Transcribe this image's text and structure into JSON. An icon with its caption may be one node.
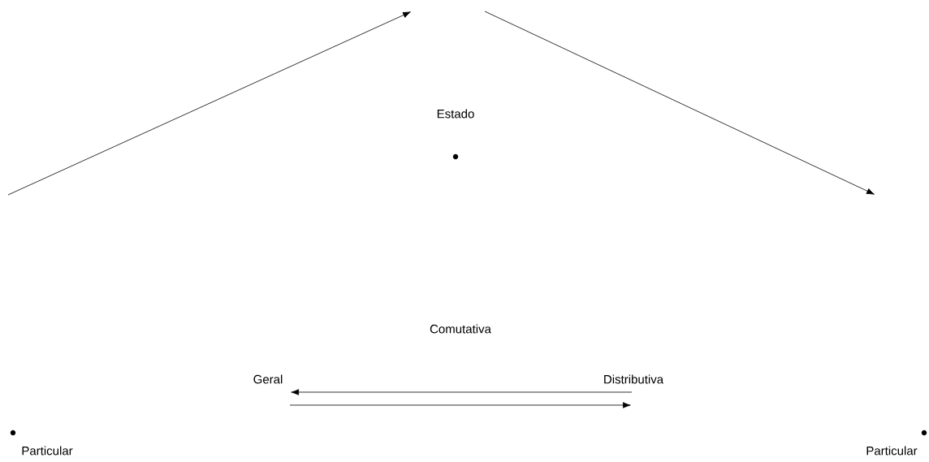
{
  "diagram": {
    "labels": [
      "Estado",
      "Geral",
      "Distributiva",
      "Comutativa",
      "Particular",
      "Particular"
    ]
  }
}
